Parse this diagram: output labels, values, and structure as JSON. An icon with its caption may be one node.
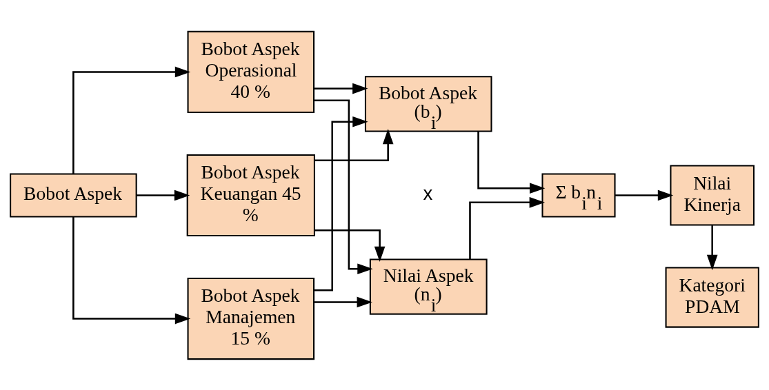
{
  "diagram": {
    "nodes": [
      {
        "text": [
          "Bobot Aspek"
        ]
      },
      {
        "text": [
          "Bobot Aspek Operasional 40 %"
        ]
      },
      {
        "text": [
          "Bobot Aspek Keuangan 45 %"
        ]
      },
      {
        "text": [
          "Bobot Aspek Manajemen 15 %"
        ]
      },
      {
        "text": [
          "Bobot Aspek (b$_{i}$)"
        ]
      },
      {
        "text": [
          "Nilai Aspek (n$_{i}$)"
        ]
      },
      {
        "text": [
          "Σ b$_{i}$n$_{i}$"
        ]
      },
      {
        "text": [
          "Nilai Kinerja"
        ]
      },
      {
        "text": [
          "Kategori PDAM"
        ]
      }
    ],
    "edges": [
      {
        "from": 0,
        "to": 1,
        "arrow": "to"
      },
      {
        "from": 0,
        "to": 2,
        "arrow": "to"
      },
      {
        "from": 0,
        "to": 3,
        "arrow": "to"
      },
      {
        "from": 1,
        "to": 4,
        "arrow": "to"
      },
      {
        "from": 1,
        "to": 5,
        "arrow": "to"
      },
      {
        "from": 2,
        "to": 4,
        "arrow": "to"
      },
      {
        "from": 2,
        "to": 5,
        "arrow": "to"
      },
      {
        "from": 3,
        "to": 4,
        "arrow": "to"
      },
      {
        "from": 3,
        "to": 5,
        "arrow": "to"
      },
      {
        "from": 4,
        "to": 6,
        "arrow": "to"
      },
      {
        "from": 5,
        "to": 6,
        "arrow": "to"
      },
      {
        "from": 6,
        "to": 7,
        "arrow": "to"
      },
      {
        "from": 7,
        "to": 8,
        "arrow": "to"
      }
    ],
    "labels": [
      "x"
    ]
  }
}
